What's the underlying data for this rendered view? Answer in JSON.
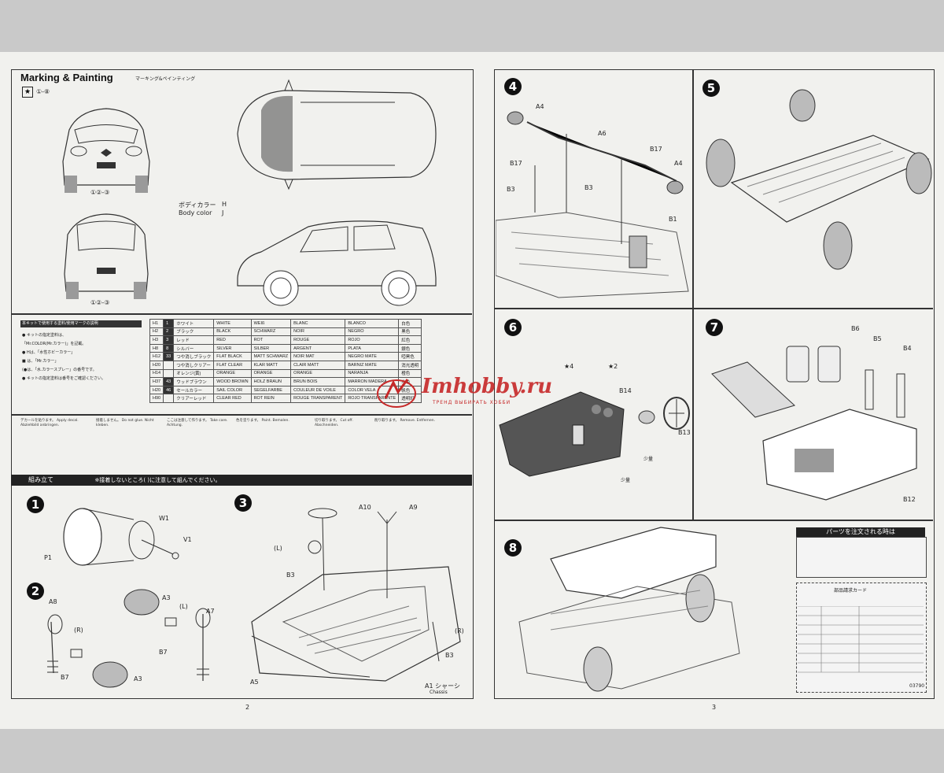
{
  "marking": {
    "title": "Marking & Painting",
    "subtitle": "マーキング&ペインティング",
    "decal_ref": "①-⑧",
    "body_color_jp": "ボディカラー",
    "body_color": "Body color",
    "body_color_codes": [
      "H",
      "J"
    ],
    "front_numbers": "①②-③",
    "rear_numbers": "①②-③"
  },
  "paint_notes": {
    "header": "本キットで使用する塗料/使用マークの説明",
    "lines": [
      "● キットの指定塗料は、",
      "「Mr.COLOR(Mr.カラー)」を記載。",
      "● Hは、「水性ホビーカラー」",
      "■ は、「Mr.カラー」",
      "(●は、「水.カラースプレー」の番号です。",
      "● キットの指定塗料は番号をご確認ください。"
    ]
  },
  "paint_table": {
    "rows": [
      [
        "H1",
        "1",
        "ホワイト",
        "WHITE",
        "WEIß",
        "BLANC",
        "BLANCO",
        "白色"
      ],
      [
        "H2",
        "2",
        "ブラック",
        "BLACK",
        "SCHWARZ",
        "NOIR",
        "NEGRO",
        "黑色"
      ],
      [
        "H3",
        "3",
        "レッド",
        "RED",
        "ROT",
        "ROUGE",
        "ROJO",
        "紅色"
      ],
      [
        "H8",
        "8",
        "シルバー",
        "SILVER",
        "SILBER",
        "ARGENT",
        "PLATA",
        "銀色"
      ],
      [
        "H12",
        "33",
        "つや消しブラック",
        "FLAT BLACK",
        "MATT SCHWARZ",
        "NOIR MAT",
        "NEGRO MATE",
        "啞黑色"
      ],
      [
        "H14",
        "",
        "オレンジ(黄)",
        "ORANGE",
        "ORANGE",
        "ORANGE",
        "NARANJA",
        "橙色"
      ],
      [
        "H37",
        "43",
        "ウッドブラウン",
        "WOOD BROWN",
        "HOLZ BRAUN",
        "BRUN BOIS",
        "MARRON MADERA",
        "木色"
      ],
      [
        "H20",
        "46",
        "セールカラー",
        "SAIL COLOR",
        "SEGELFARBE",
        "COULEUR DE VOILE",
        "COLOR VELA",
        "帆色"
      ],
      [
        "H90",
        "",
        "クリアーレッド",
        "CLEAR RED",
        "ROT REIN",
        "ROUGE TRANSPARENT",
        "ROJO TRANSPARENTE",
        "透明紅"
      ]
    ],
    "flat_clear": [
      "H20",
      "",
      "つや消しクリアー",
      "FLAT CLEAR",
      "KLAR MATT",
      "CLAIR MATT",
      "BARNIZ MATE",
      "消光透明"
    ]
  },
  "legend": [
    "デカールを貼ります。 Apply decal. Abziehbild anbringen.",
    "接着しません。 Do not glue. Nicht kleben.",
    "ここは注意して作ります。 Take care. Achtung.",
    "色を塗ります。 Paint. Bemalen.",
    "切り取ります。 Cut off. Abschneiden.",
    "削り取ります。 Remove. Entfernen."
  ],
  "assembly": {
    "header": "組み立て",
    "note": "※接着しないところ(  )に注意して組んでください。",
    "steps": [
      {
        "num": "1",
        "parts": [
          "W1",
          "V1",
          "P1"
        ]
      },
      {
        "num": "2",
        "parts": [
          "A8",
          "A3",
          "A7",
          "B7",
          "B7",
          "A3",
          "(L)",
          "(R)"
        ]
      },
      {
        "num": "3",
        "parts": [
          "A10",
          "A9",
          "B3",
          "A5",
          "A1 シャーシ",
          "Chassis",
          "B3",
          "(L)",
          "(R)"
        ]
      }
    ]
  },
  "right": {
    "step4": {
      "num": "4",
      "parts": [
        "A4",
        "A6",
        "B17",
        "B3",
        "B3",
        "B17",
        "A4",
        "B1"
      ]
    },
    "step5": {
      "num": "5"
    },
    "step6": {
      "num": "6",
      "parts": [
        "★4",
        "★2",
        "B14",
        "B13",
        "少量",
        "少量"
      ]
    },
    "step7": {
      "num": "7",
      "parts": [
        "B6",
        "B5",
        "B4",
        "B12"
      ]
    },
    "step8": {
      "num": "8"
    },
    "order_box": {
      "header": "パーツを注文される時は",
      "card_title": "部品請求カード",
      "code": "03790"
    }
  },
  "page_numbers": {
    "left": "2",
    "right": "3"
  },
  "watermark": {
    "brand": "Imhobby.ru",
    "tagline": "ТРЕНД ВЫБИРАТЬ ХОББИ"
  }
}
